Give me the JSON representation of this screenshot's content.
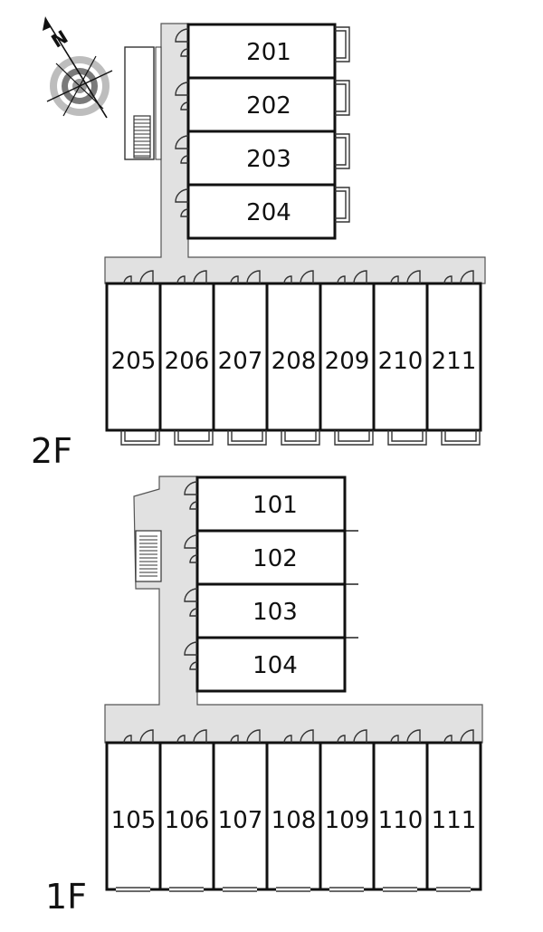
{
  "compass": {
    "north_label": "N",
    "icon": "compass-icon"
  },
  "floors": {
    "second": {
      "label": "2F",
      "upper_units": [
        "201",
        "202",
        "203",
        "204"
      ],
      "lower_units": [
        "205",
        "206",
        "207",
        "208",
        "209",
        "210",
        "211"
      ]
    },
    "first": {
      "label": "1F",
      "upper_units": [
        "101",
        "102",
        "103",
        "104"
      ],
      "lower_units": [
        "105",
        "106",
        "107",
        "108",
        "109",
        "110",
        "111"
      ]
    }
  },
  "colors": {
    "corridor": "#e1e1e1",
    "wall": "#111111",
    "background": "#ffffff"
  }
}
